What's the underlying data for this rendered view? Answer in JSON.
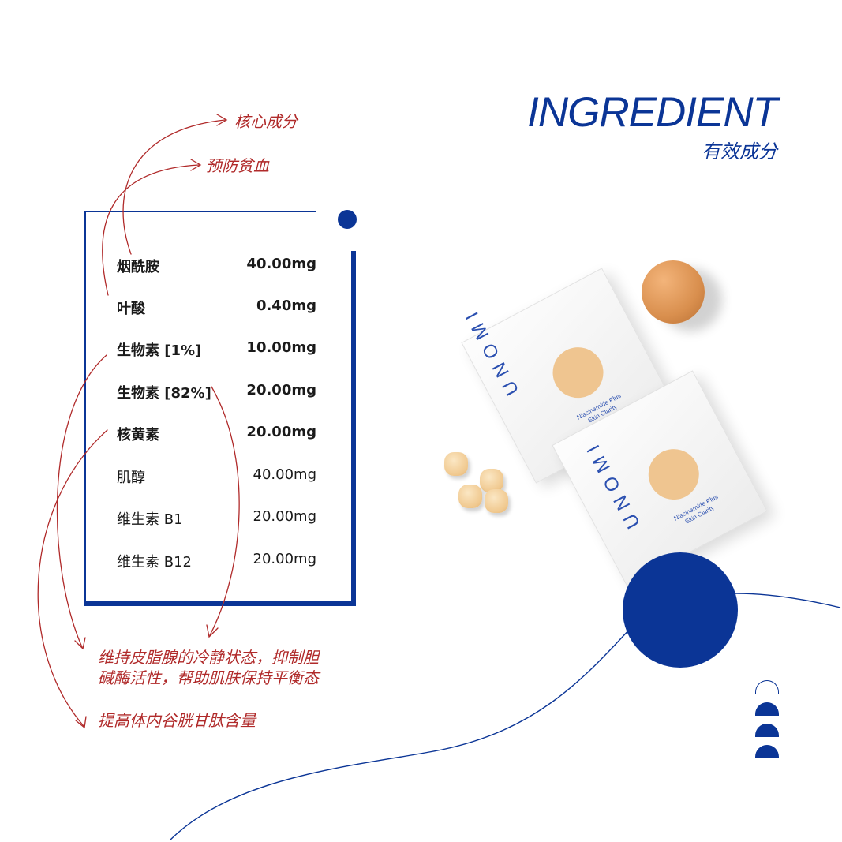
{
  "heading": {
    "title_en": "INGREDIENT",
    "title_zh": "有效成分"
  },
  "ingredients": [
    {
      "name": "烟酰胺",
      "amount": "40.00mg",
      "emphasis": true
    },
    {
      "name": "叶酸",
      "amount": "0.40mg",
      "emphasis": true
    },
    {
      "name": "生物素 [1%]",
      "amount": "10.00mg",
      "emphasis": true
    },
    {
      "name": "生物素 [82%]",
      "amount": "20.00mg",
      "emphasis": true
    },
    {
      "name": "核黄素",
      "amount": "20.00mg",
      "emphasis": true
    },
    {
      "name": "肌醇",
      "amount": "40.00mg",
      "emphasis": false
    },
    {
      "name": "维生素 B1",
      "amount": "20.00mg",
      "emphasis": false
    },
    {
      "name": "维生素 B12",
      "amount": "20.00mg",
      "emphasis": false
    }
  ],
  "annotations": {
    "core": "核心成分",
    "anemia": "预防贫血",
    "sebum_line1": "维持皮脂腺的冷静状态，抑制胆",
    "sebum_line2": "碱酶活性，帮助肌肤保持平衡态",
    "glutathione": "提高体内谷胱甘肽含量"
  },
  "product": {
    "brand": "UNOMI",
    "subtitle_line1": "Niacinamide Plus",
    "subtitle_line2": "Skin Clarity"
  },
  "colors": {
    "brand_blue": "#0b3596",
    "annotation_red": "#b02a2a",
    "accent_peach": "#efc590"
  }
}
